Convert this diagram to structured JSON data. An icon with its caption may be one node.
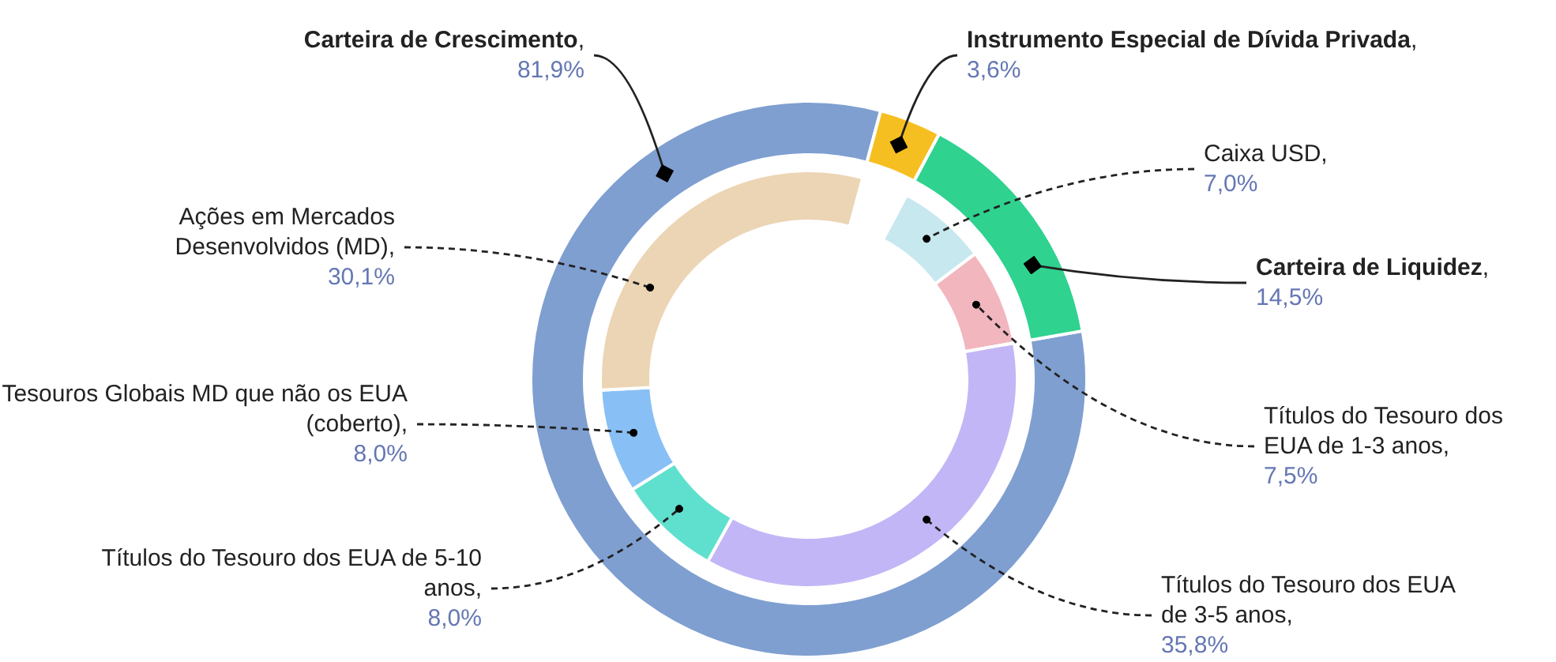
{
  "diagram": {
    "nodes": [
      {
        "text": [
          "**Carteira de Crescimento**,",
          "81,9%"
        ]
      },
      {
        "text": [
          "**Instrumento Especial de Dívida Privada**,",
          "3,6%"
        ]
      },
      {
        "text": [
          "Caixa USD,",
          "7,0%"
        ]
      },
      {
        "text": [
          "Ações em Mercados Desenvolvidos (MD),",
          "30,1%"
        ]
      },
      {
        "text": [
          "**Carteira de Liquidez**,",
          "14,5%"
        ]
      },
      {
        "text": [
          "Tesouros Globais MD que não os EUA (coberto),",
          "8,0%"
        ]
      },
      {
        "text": [
          "Títulos do Tesouro dos EUA de 1-3 anos,",
          "7,5%"
        ]
      },
      {
        "text": [
          "Títulos do Tesouro dos EUA de 5-10 anos,",
          "8,0%"
        ]
      },
      {
        "text": [
          "Títulos do Tesouro dos EUA de 3-5 anos,",
          "35,8%"
        ]
      },
      {
        "text": [],
        "shape": "arc"
      },
      {
        "text": [],
        "shape": "arc"
      },
      {
        "text": [],
        "shape": "arc"
      },
      {
        "text": [],
        "shape": "arc"
      },
      {
        "text": [],
        "shape": "arc"
      },
      {
        "text": [],
        "shape": "arc"
      },
      {
        "text": [],
        "shape": "arc"
      },
      {
        "text": [],
        "shape": "arc"
      },
      {
        "text": [],
        "shape": "arc"
      }
    ],
    "edges": [
      {
        "from": 0,
        "to": 9,
        "arrow": "other"
      },
      {
        "from": 1,
        "to": 10,
        "arrow": "other"
      },
      {
        "from": 2,
        "to": 12,
        "arrow": "other",
        "style": "dashed"
      },
      {
        "from": 3,
        "to": 17,
        "arrow": "other",
        "style": "dashed"
      },
      {
        "from": 4,
        "to": 11,
        "arrow": "other"
      },
      {
        "from": 5,
        "to": 16,
        "arrow": "other",
        "style": "dashed"
      },
      {
        "from": 6,
        "to": 13,
        "arrow": "other",
        "style": "dashed"
      },
      {
        "from": 7,
        "to": 15,
        "arrow": "other",
        "style": "dashed"
      },
      {
        "from": 8,
        "to": 14,
        "arrow": "other",
        "style": "dashed"
      }
    ]
  }
}
